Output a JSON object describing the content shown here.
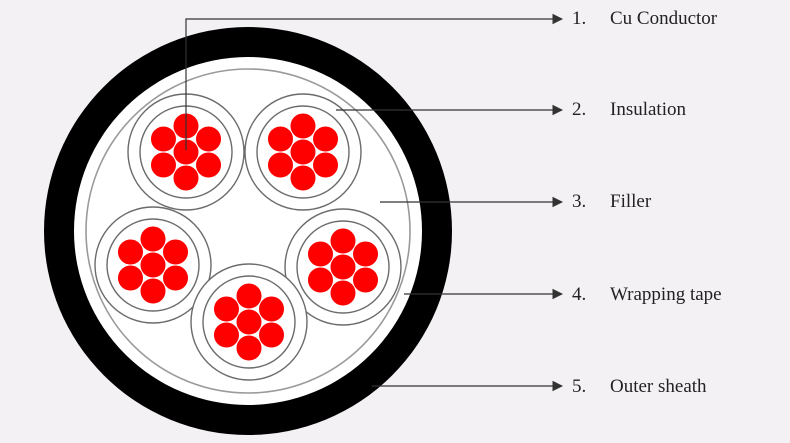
{
  "colors": {
    "background": "#f3f1f4",
    "sheath": "#000000",
    "inner_fill": "#ffffff",
    "tape_outline": "#9a9a9a",
    "core_outline": "#6b6b6b",
    "conductor": "#ff0000",
    "conductor_outline": "#ffffff",
    "leader_line": "#333333"
  },
  "labels": [
    {
      "number": "1.",
      "text": "Cu Conductor"
    },
    {
      "number": "2.",
      "text": "Insulation"
    },
    {
      "number": "3.",
      "text": "Filler"
    },
    {
      "number": "4.",
      "text": "Wrapping tape"
    },
    {
      "number": "5.",
      "text": "Outer sheath"
    }
  ],
  "cores": [
    {
      "id": "core-1"
    },
    {
      "id": "core-2"
    },
    {
      "id": "core-3"
    },
    {
      "id": "core-4"
    },
    {
      "id": "core-5"
    }
  ],
  "strands_per_core": 7
}
